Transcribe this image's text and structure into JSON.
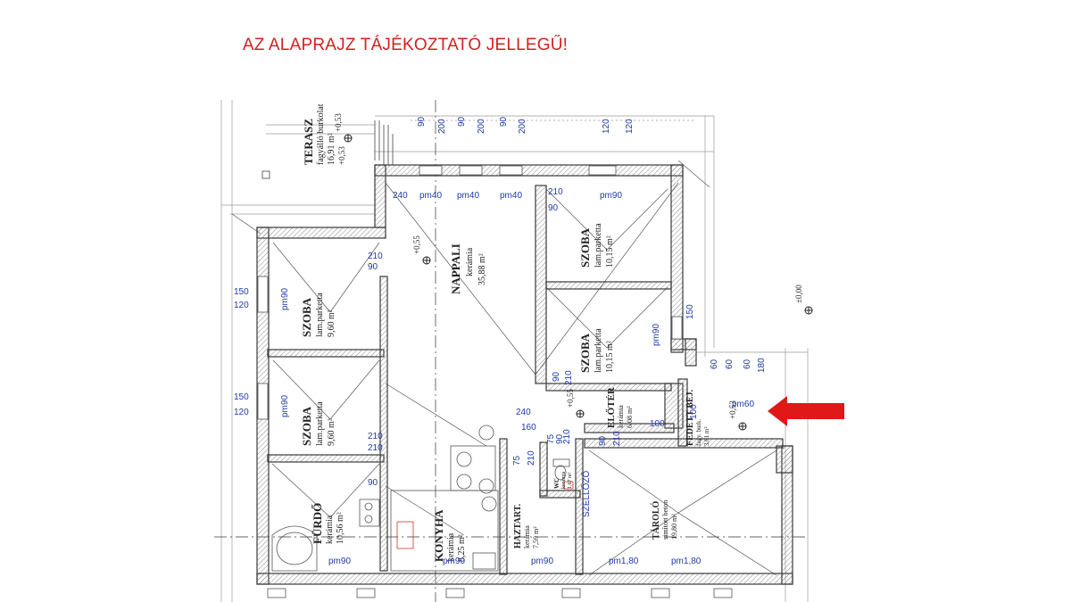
{
  "title": "AZ ALAPRAJZ TÁJÉKOZTATÓ JELLEGŰ!",
  "colors": {
    "title": "#d42020",
    "arrow": "#e01818",
    "dimension": "#1e3aa8",
    "wall": "#3a3a3a"
  },
  "rooms": {
    "terasz": {
      "name": "TERASZ",
      "material": "fagyálló burkolat",
      "area": "16,91 m²",
      "level": "+0,53"
    },
    "nappali": {
      "name": "NAPPALI",
      "material": "kerámia",
      "area": "35,88 m²"
    },
    "szoba_top": {
      "name": "SZOBA",
      "material": "lam.parketta",
      "area": "10,15 m²"
    },
    "szoba_mid": {
      "name": "SZOBA",
      "material": "lam.parketta",
      "area": "10,15 m²"
    },
    "szoba_left1": {
      "name": "SZOBA",
      "material": "lam.parketta",
      "area": "9,60 m²"
    },
    "szoba_left2": {
      "name": "SZOBA",
      "material": "lam.parketta",
      "area": "9,60 m²"
    },
    "furdo": {
      "name": "FÜRDŐ",
      "material": "kerámia",
      "area": "10,56 m²"
    },
    "konyha": {
      "name": "KONYHA",
      "material": "kerámia",
      "area": "8,25 m²"
    },
    "eloter": {
      "name": "ELŐTÉR",
      "material": "kerámia",
      "area": "6,08 m²"
    },
    "wc": {
      "name": "WC",
      "material": "kerámia",
      "area": "1,67 m²"
    },
    "haztart": {
      "name": "HAZTART.",
      "material": "kerámia",
      "area": "7,59 m²"
    },
    "tarolo": {
      "name": "TÁROLÓ",
      "material": "simított beton",
      "area": "19,80 m²"
    },
    "fedett_bej": {
      "name": "FEDETT BEJ.",
      "material": "fagy. burk.",
      "area": "3,61 m²"
    }
  },
  "levels": {
    "nappali": "+0,55",
    "eloter": "+0,55",
    "outside": "±0,00",
    "terasz": "+0,53",
    "entrance": "+0,53"
  },
  "dims": {
    "top": [
      "90",
      "200",
      "90",
      "200",
      "90",
      "200",
      "120",
      "120"
    ],
    "right": [
      "60",
      "60",
      "60",
      "180"
    ],
    "left_a": [
      "150",
      "120"
    ],
    "left_b": [
      "150",
      "120"
    ],
    "right_side": "150",
    "windows": [
      "pm40",
      "pm40",
      "pm40",
      "pm90",
      "pm90",
      "pm90",
      "pm90",
      "pm60",
      "pm90",
      "pm90",
      "pm90",
      "pm1,80",
      "pm1,80"
    ],
    "doors": [
      "240",
      "210",
      "90",
      "210",
      "90",
      "210",
      "90",
      "210",
      "90",
      "240",
      "160",
      "75",
      "210",
      "90",
      "210",
      "100",
      "75",
      "210",
      "90",
      "210",
      "100"
    ],
    "other": "SZELLŐZŐ"
  }
}
